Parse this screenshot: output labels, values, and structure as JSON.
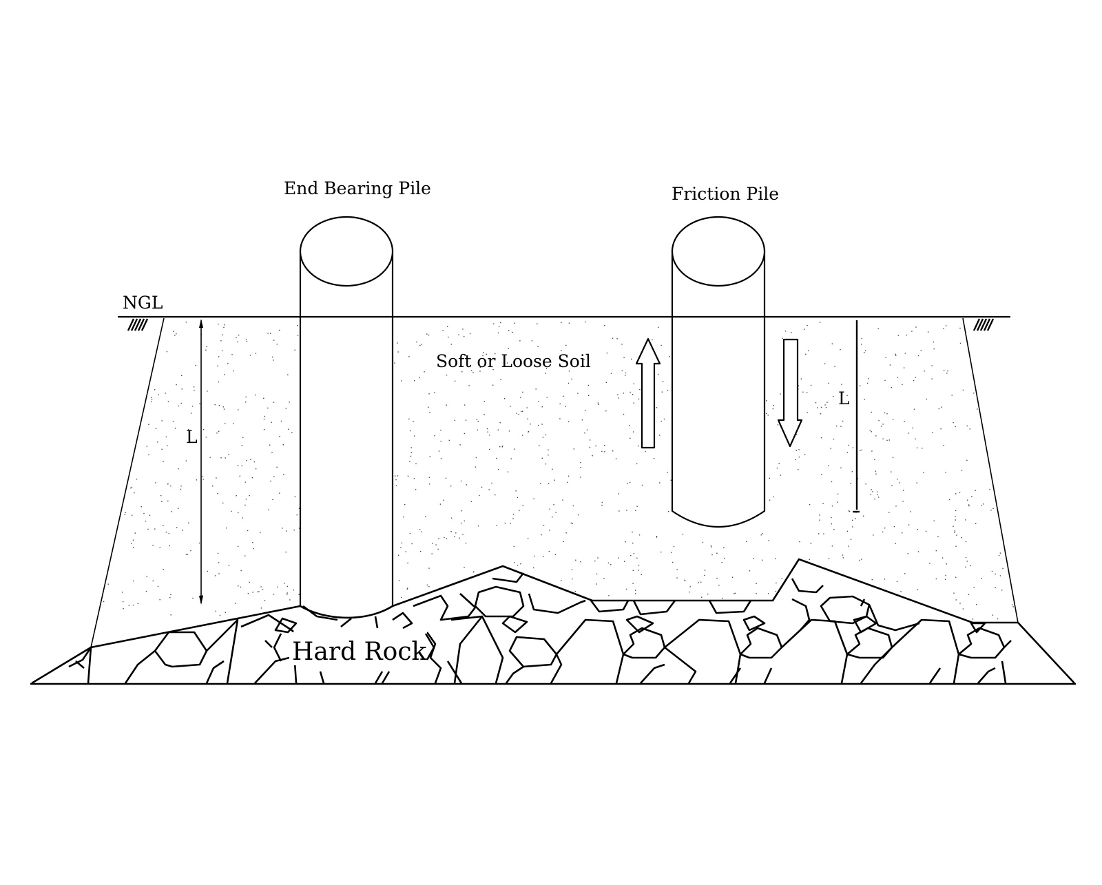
{
  "diagram": {
    "labels": {
      "end_bearing_pile": "End Bearing Pile",
      "friction_pile": "Friction Pile",
      "ngl": "NGL",
      "soil": "Soft or Loose Soil",
      "rock": "Hard Rock",
      "length_left": "L",
      "length_right": "L"
    },
    "colors": {
      "line": "#000000",
      "background": "#ffffff"
    },
    "arrows": {
      "friction_left": "up",
      "friction_right": "down"
    }
  }
}
